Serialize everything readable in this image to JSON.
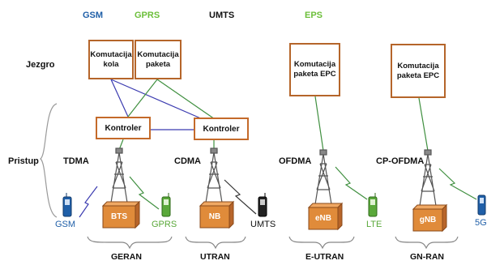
{
  "top_labels": {
    "gsm": {
      "text": "GSM",
      "color": "#1f5fa8"
    },
    "gprs": {
      "text": "GPRS",
      "color": "#6cbf3a"
    },
    "umts": {
      "text": "UMTS",
      "color": "#111111"
    },
    "eps": {
      "text": "EPS",
      "color": "#6cbf3a"
    }
  },
  "left_labels": {
    "core": "Jezgro",
    "access": "Pristup"
  },
  "core_boxes": {
    "circuit": "Komutacija kola",
    "packet": "Komutacija paketa",
    "epc_a": "Komutacija paketa EPC",
    "epc_b": "Komutacija paketa EPC"
  },
  "controllers": {
    "left": "Kontroler",
    "right": "Kontroler"
  },
  "access_tech": {
    "tdma": "TDMA",
    "cdma": "CDMA",
    "ofdma": "OFDMA",
    "cp_ofdma": "CP-OFDMA"
  },
  "base_stations": {
    "bts": "BTS",
    "nb": "NB",
    "enb": "eNB",
    "gnb": "gNB"
  },
  "terminals": {
    "gsm": "GSM",
    "gprs": "GPRS",
    "umts": "UMTS",
    "lte": "LTE",
    "fiveg": "5G"
  },
  "groups": {
    "geran": "GERAN",
    "utran": "UTRAN",
    "eutran": "E-UTRAN",
    "gnran": "GN-RAN"
  },
  "colors": {
    "box_border": "#b5652a",
    "node_fill": "#e08b3a",
    "link_green": "#3f8f3f",
    "link_blue": "#3b3bb0"
  }
}
